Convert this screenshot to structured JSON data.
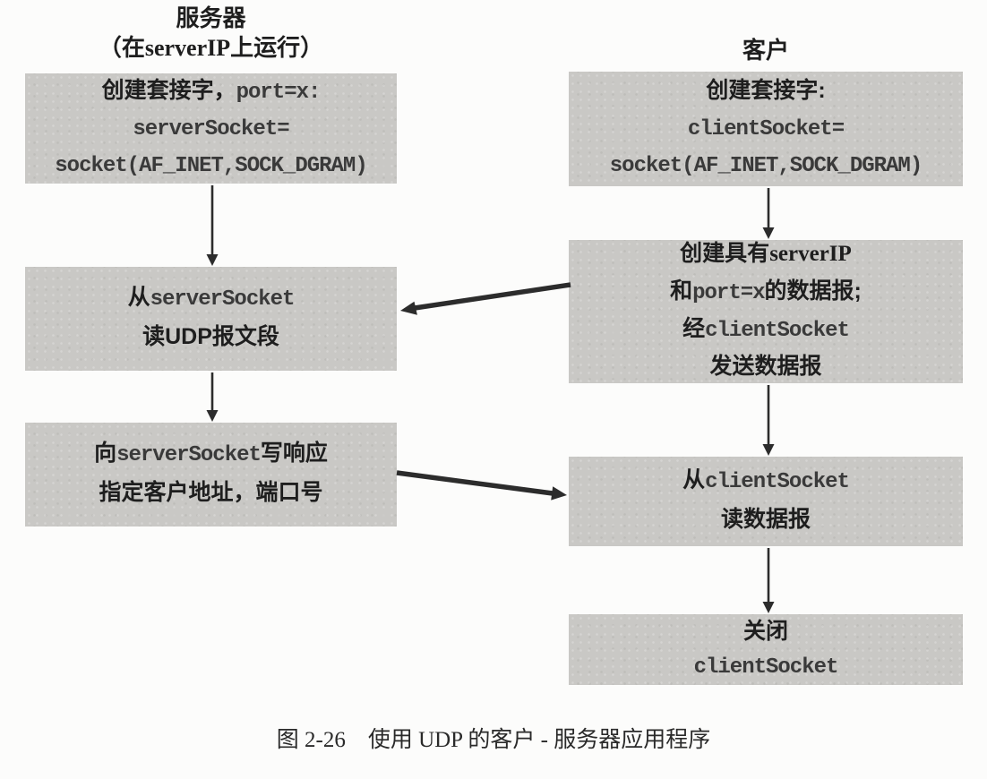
{
  "figure": {
    "caption": "图 2-26　使用 UDP 的客户 - 服务器应用程序"
  },
  "colors": {
    "box_fill": "#c9c8c5",
    "page_background": "#fcfcfb",
    "text": "#1e1e1e",
    "code_text": "#3a3a3a",
    "arrow": "#2c2c2c"
  },
  "server": {
    "title": "服务器",
    "subtitle": "（在serverIP上运行）",
    "box1": {
      "line1_zh": "创建套接字，",
      "line1_code": "port=x:",
      "line2_code": "serverSocket=",
      "line3_code": "socket(AF_INET,SOCK_DGRAM)"
    },
    "box2": {
      "line1_zh": "从",
      "line1_code": "serverSocket",
      "line2_zh": "读UDP报文段"
    },
    "box3": {
      "line1_zh_a": "向",
      "line1_code": "serverSocket",
      "line1_zh_b": "写响应",
      "line2_zh": "指定客户地址，端口号"
    }
  },
  "client": {
    "title": "客户",
    "box1": {
      "line1_zh": "创建套接字:",
      "line2_code": "clientSocket=",
      "line3_code": "socket(AF_INET,SOCK_DGRAM)"
    },
    "box2": {
      "line1_zh": "创建具有",
      "line1_latin": "serverIP",
      "line2_zh_a": "和",
      "line2_code": "port=x",
      "line2_zh_b": "的数据报;",
      "line3_zh": "经",
      "line3_code": "clientSocket",
      "line4_zh": "发送数据报"
    },
    "box3": {
      "line1_zh": "从",
      "line1_code": "clientSocket",
      "line2_zh": "读数据报"
    },
    "box4": {
      "line1_zh": "关闭",
      "line2_code": "clientSocket"
    }
  }
}
